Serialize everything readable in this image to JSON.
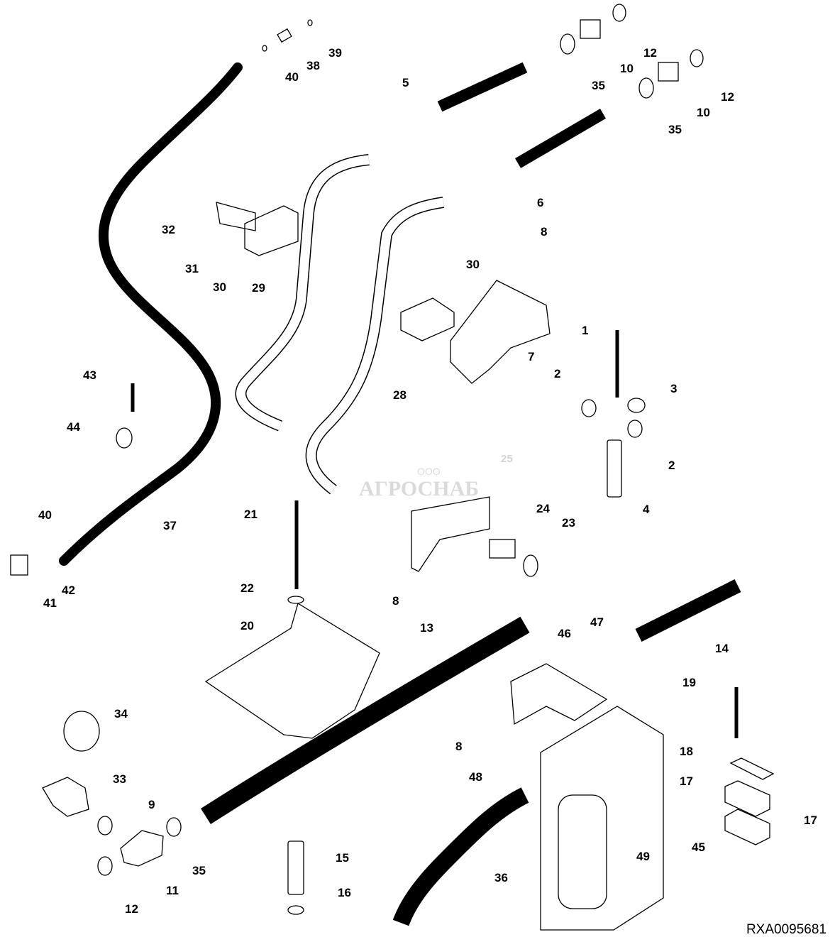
{
  "diagram": {
    "title": "Hydraulic hose and filter assembly (exploded parts view)",
    "document_id": "RXA0095681",
    "watermark": {
      "prefix": "ООО",
      "name": "АГРОСНАБ",
      "number": "25"
    },
    "colors": {
      "line": "#000000",
      "watermark": "#bdbdbd",
      "background": "#ffffff"
    },
    "callouts": [
      {
        "id": "c39",
        "label": "39"
      },
      {
        "id": "c38",
        "label": "38"
      },
      {
        "id": "c40a",
        "label": "40"
      },
      {
        "id": "c5",
        "label": "5"
      },
      {
        "id": "c12a",
        "label": "12"
      },
      {
        "id": "c10a",
        "label": "10"
      },
      {
        "id": "c35a",
        "label": "35"
      },
      {
        "id": "c12b",
        "label": "12"
      },
      {
        "id": "c10b",
        "label": "10"
      },
      {
        "id": "c35b",
        "label": "35"
      },
      {
        "id": "c6",
        "label": "6"
      },
      {
        "id": "c32",
        "label": "32"
      },
      {
        "id": "c31",
        "label": "31"
      },
      {
        "id": "c30a",
        "label": "30"
      },
      {
        "id": "c29",
        "label": "29"
      },
      {
        "id": "c30b",
        "label": "30"
      },
      {
        "id": "c8a",
        "label": "8"
      },
      {
        "id": "c7",
        "label": "7"
      },
      {
        "id": "c28",
        "label": "28"
      },
      {
        "id": "c1",
        "label": "1"
      },
      {
        "id": "c2a",
        "label": "2"
      },
      {
        "id": "c3",
        "label": "3"
      },
      {
        "id": "c2b",
        "label": "2"
      },
      {
        "id": "c4",
        "label": "4"
      },
      {
        "id": "c43",
        "label": "43"
      },
      {
        "id": "c44",
        "label": "44"
      },
      {
        "id": "c37",
        "label": "37"
      },
      {
        "id": "c40b",
        "label": "40"
      },
      {
        "id": "c42",
        "label": "42"
      },
      {
        "id": "c41",
        "label": "41"
      },
      {
        "id": "c21",
        "label": "21"
      },
      {
        "id": "c24",
        "label": "24"
      },
      {
        "id": "c23",
        "label": "23"
      },
      {
        "id": "c8b",
        "label": "8"
      },
      {
        "id": "c22",
        "label": "22"
      },
      {
        "id": "c20",
        "label": "20"
      },
      {
        "id": "c13",
        "label": "13"
      },
      {
        "id": "c14",
        "label": "14"
      },
      {
        "id": "c46",
        "label": "46"
      },
      {
        "id": "c47",
        "label": "47"
      },
      {
        "id": "c19",
        "label": "19"
      },
      {
        "id": "c34",
        "label": "34"
      },
      {
        "id": "c33",
        "label": "33"
      },
      {
        "id": "c9",
        "label": "9"
      },
      {
        "id": "c35c",
        "label": "35"
      },
      {
        "id": "c11",
        "label": "11"
      },
      {
        "id": "c12c",
        "label": "12"
      },
      {
        "id": "c15",
        "label": "15"
      },
      {
        "id": "c16",
        "label": "16"
      },
      {
        "id": "c8c",
        "label": "8"
      },
      {
        "id": "c48",
        "label": "48"
      },
      {
        "id": "c36",
        "label": "36"
      },
      {
        "id": "c49",
        "label": "49"
      },
      {
        "id": "c45",
        "label": "45"
      },
      {
        "id": "c18",
        "label": "18"
      },
      {
        "id": "c17a",
        "label": "17"
      },
      {
        "id": "c17b",
        "label": "17"
      }
    ]
  }
}
